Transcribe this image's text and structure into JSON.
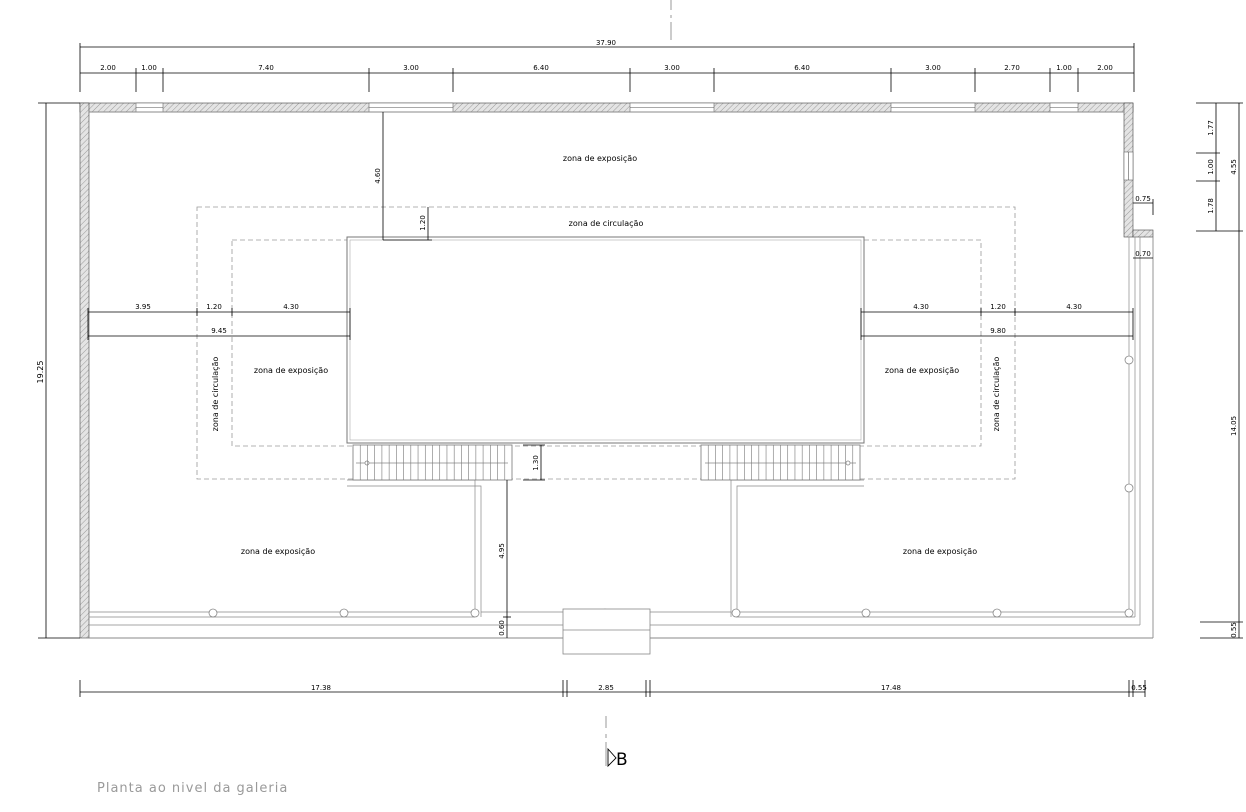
{
  "plan": {
    "caption": "Planta ao nivel da galeria",
    "section_mark": "B",
    "zones": {
      "top_exhibition": "zona de exposição",
      "top_circulation": "zona de circulação",
      "left_exhibition": "zona de exposição",
      "right_exhibition": "zona de exposição",
      "left_circulation": "zona de circulação",
      "right_circulation": "zona de circulação",
      "bottom_left_exhibition": "zona de exposição",
      "bottom_right_exhibition": "zona de exposição"
    },
    "dims_top": {
      "total": "37.90",
      "segments": [
        "2.00",
        "1.00",
        "7.40",
        "3.00",
        "6.40",
        "3.00",
        "6.40",
        "3.00",
        "2.70",
        "1.00",
        "2.00"
      ]
    },
    "dims_bottom": [
      "17.38",
      "2.85",
      "17.48",
      "0.55"
    ],
    "dims_left": "19.25",
    "dims_right": [
      "1.77",
      "1.00",
      "1.78",
      "4.55",
      "14.05",
      "0.55"
    ],
    "dims_interior": {
      "void_gap_top": "4.60",
      "void_gap_small": "1.20",
      "right_edge_upper": "0.75",
      "right_edge_lower": "0.70",
      "left_row": [
        "3.95",
        "1.20",
        "4.30"
      ],
      "left_total": "9.45",
      "right_row": [
        "4.30",
        "1.20",
        "4.30"
      ],
      "right_total": "9.80",
      "stair_depth": "1.30",
      "lower_gap": "4.95",
      "bottom_gap": "0.60"
    }
  }
}
